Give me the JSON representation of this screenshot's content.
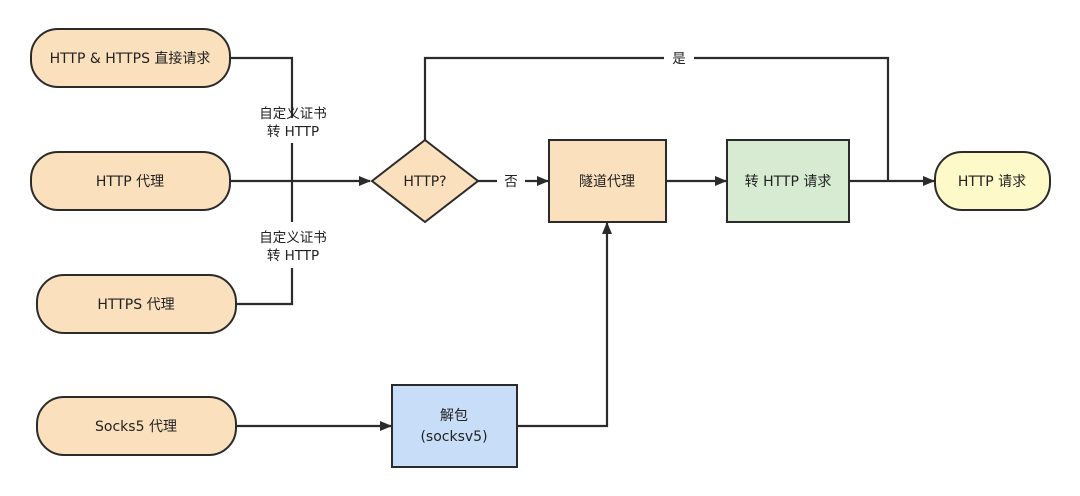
{
  "colors": {
    "source_fill": "#fbe0bd",
    "decision_fill": "#fbe0bd",
    "tunnel_fill": "#fbe0bd",
    "convert_fill": "#d6ebd1",
    "result_fill": "#fdf9c8",
    "unpack_fill": "#c8def8",
    "stroke": "#2b2b2b",
    "line": "#2b2b2b"
  },
  "nodes": {
    "http_https_direct": "HTTP & HTTPS 直接请求",
    "http_proxy": "HTTP 代理",
    "https_proxy": "HTTPS 代理",
    "socks5_proxy": "Socks5 代理",
    "decision": "HTTP?",
    "tunnel_proxy": "隧道代理",
    "convert_http": "转 HTTP 请求",
    "http_request": "HTTP 请求",
    "unpack_line1": "解包",
    "unpack_line2": "(socksv5)"
  },
  "edge_labels": {
    "custom_cert_top_line1": "自定义证书",
    "custom_cert_top_line2": "转 HTTP",
    "custom_cert_bottom_line1": "自定义证书",
    "custom_cert_bottom_line2": "转 HTTP",
    "no": "否",
    "yes": "是"
  }
}
